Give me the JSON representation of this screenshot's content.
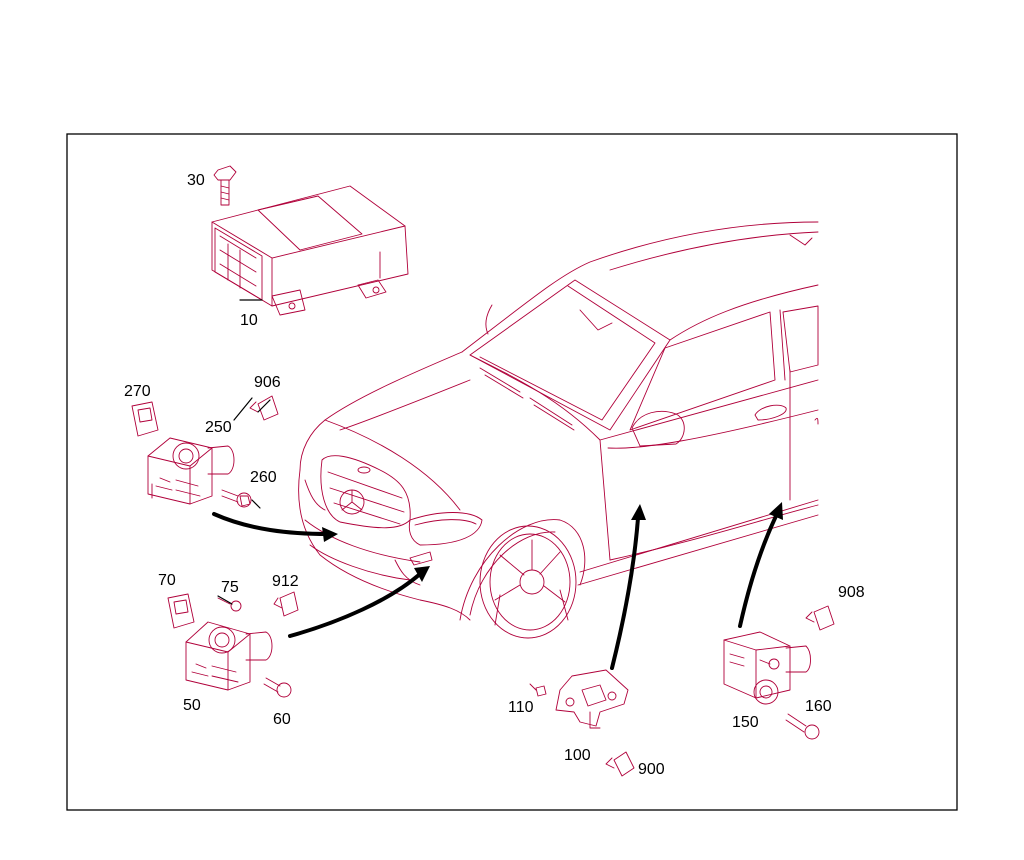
{
  "diagram": {
    "part_numbers": {
      "p30": "30",
      "p10": "10",
      "p270": "270",
      "p906": "906",
      "p250": "250",
      "p260": "260",
      "p70": "70",
      "p75": "75",
      "p912": "912",
      "p50": "50",
      "p60": "60",
      "p110": "110",
      "p100": "100",
      "p900": "900",
      "p908": "908",
      "p160": "160",
      "p150": "150"
    }
  }
}
